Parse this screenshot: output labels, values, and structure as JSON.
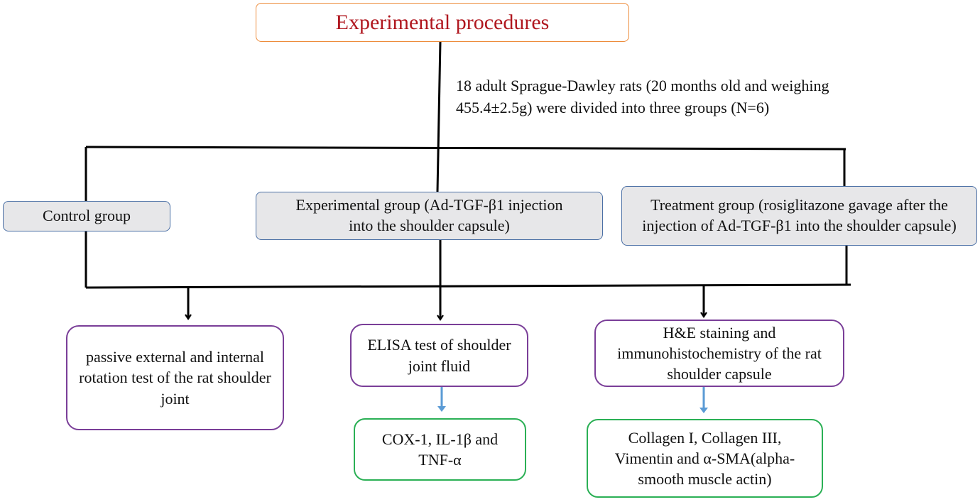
{
  "title": "Experimental procedures",
  "description": "18 adult Sprague-Dawley rats (20 months old and weighing 455.4±2.5g) were divided into three groups (N=6)",
  "groups": {
    "control": "Control group",
    "experimental": "Experimental group (Ad-TGF-β1 injection into the shoulder capsule)",
    "treatment": "Treatment group (rosiglitazone gavage after the injection of Ad-TGF-β1 into the shoulder capsule)"
  },
  "tests": {
    "rotation": "passive external and internal rotation test of the rat shoulder joint",
    "elisa": "ELISA test of shoulder joint fluid",
    "staining": "H&E staining and immunohistochemistry of the rat shoulder capsule"
  },
  "outcomes": {
    "elisa_markers": "COX-1, IL-1β and TNF-α",
    "staining_markers": "Collagen I, Collagen III, Vimentin and α-SMA(alpha-smooth muscle actin)"
  },
  "colors": {
    "title_text": "#B0171F",
    "title_border": "#ED8B3A",
    "group_fill": "#E7E7E9",
    "group_border": "#4A6FA5",
    "test_border": "#7A3E98",
    "outcome_border": "#2BB055",
    "blue_arrow": "#5B9BD5"
  }
}
